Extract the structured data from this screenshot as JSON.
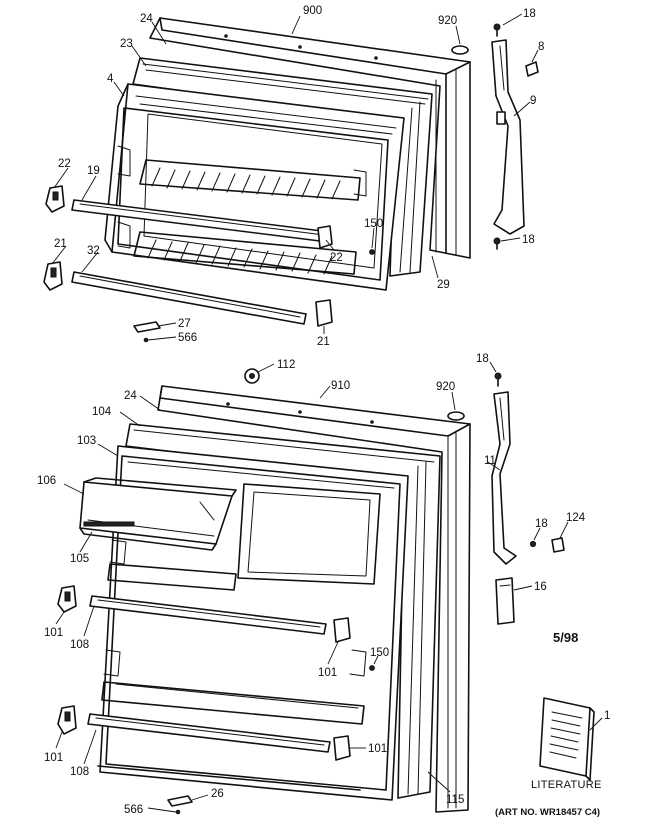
{
  "callouts": {
    "fz_900": "900",
    "fz_24": "24",
    "fz_920": "920",
    "fz_18a": "18",
    "fz_8": "8",
    "fz_23": "23",
    "fz_9": "9",
    "fz_4": "4",
    "fz_22a": "22",
    "fz_19": "19",
    "fz_150": "150",
    "fz_22b": "22",
    "fz_21a": "21",
    "fz_32": "32",
    "fz_18b": "18",
    "fz_29": "29",
    "fz_27": "27",
    "fz_566": "566",
    "fz_21b": "21",
    "ff_112": "112",
    "ff_910": "910",
    "ff_18a": "18",
    "ff_24": "24",
    "ff_920": "920",
    "ff_104": "104",
    "ff_103": "103",
    "ff_11": "11",
    "ff_106": "106",
    "ff_18b": "18",
    "ff_124": "124",
    "ff_105": "105",
    "ff_16": "16",
    "ff_101a": "101",
    "ff_108a": "108",
    "ff_150": "150",
    "ff_101b": "101",
    "ff_101c": "101",
    "ff_101d": "101",
    "ff_108b": "108",
    "ff_566": "566",
    "ff_26": "26",
    "ff_115": "115",
    "lit_1": "1"
  },
  "revision": "5/98",
  "literature_label": "LITERATURE",
  "art_number": "(ART NO. WR18457 C4)"
}
